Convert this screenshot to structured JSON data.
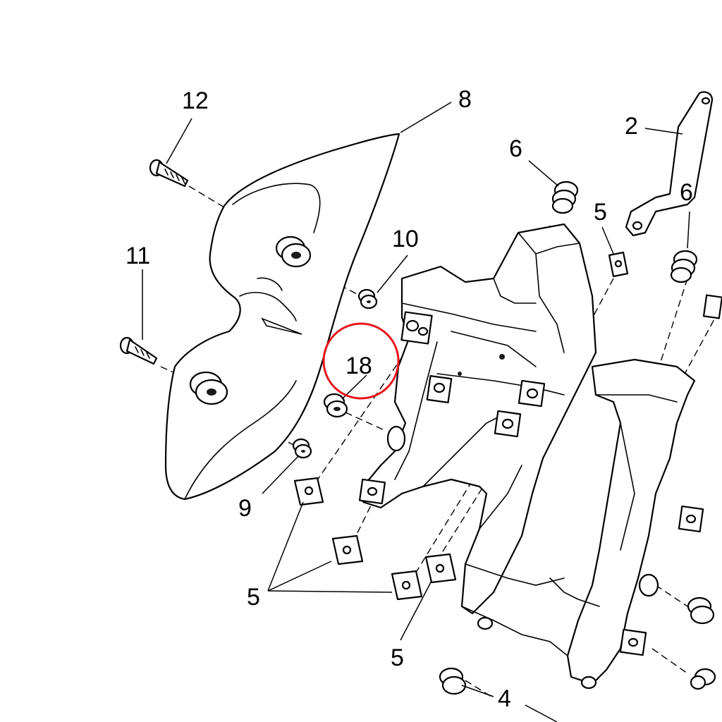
{
  "diagram": {
    "callouts": {
      "c2": "2",
      "c4": "4",
      "c5a": "5",
      "c5b": "5",
      "c5c": "5",
      "c6a": "6",
      "c6b": "6",
      "c8": "8",
      "c9": "9",
      "c10": "10",
      "c11": "11",
      "c12": "12",
      "c18": "18"
    },
    "highlight_color": "#e8141c"
  }
}
